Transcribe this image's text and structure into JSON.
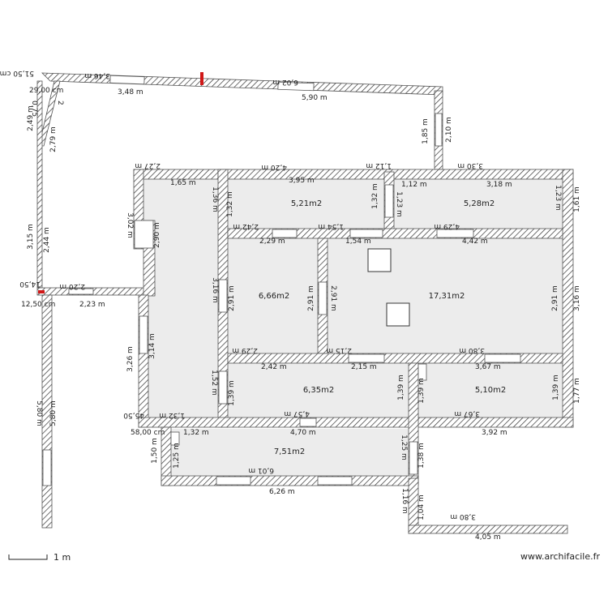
{
  "plan": {
    "rooms": [
      {
        "area": "5,21m2"
      },
      {
        "area": "5,28m2"
      },
      {
        "area": "6,66m2"
      },
      {
        "area": "17,31m2"
      },
      {
        "area": "6,35m2"
      },
      {
        "area": "5,10m2"
      },
      {
        "area": "7,51m2"
      }
    ],
    "dimensions": [
      "51,50 cm",
      "3,46 m",
      "3,48 m",
      "6,02 m",
      "5,90 m",
      "29,00 cm",
      "0,75",
      "2",
      "2,49 m",
      "2,79 m",
      "1,85 m",
      "2,10 m",
      "2,27 m",
      "1,65 m",
      "4,20 m",
      "3,95 m",
      "1,12 m",
      "1,12 m",
      "3,30 m",
      "3,18 m",
      "1,36 m",
      "1,32 m",
      "1,32 m",
      "1,23 m",
      "1,23 m",
      "1,61 m",
      "3,02 m",
      "2,90 m",
      "3,15 m",
      "2,44 m",
      "2,42 m",
      "1,54 m",
      "4,29 m",
      "2,29 m",
      "1,54 m",
      "4,42 m",
      "14,50",
      "2,20 m",
      "12,50 cm",
      "2,23 m",
      "3,16 m",
      "2,91 m",
      "2,91 m",
      "2,91 m",
      "2,91 m",
      "3,16 m",
      "2,29 m",
      "2,15 m",
      "3,80 m",
      "2,42 m",
      "2,15 m",
      "3,67 m",
      "3,26 m",
      "3,14 m",
      "1,52 m",
      "1,39 m",
      "1,39 m",
      "1,39 m",
      "1,39 m",
      "1,77 m",
      "5,80 m",
      "5,80 m",
      "1,32 m",
      "45,50",
      "4,57 m",
      "3,67 m",
      "58,00 cm",
      "1,32 m",
      "4,70 m",
      "3,92 m",
      "1,50 m",
      "1,25 m",
      "1,25 m",
      "1,38 m",
      "6,01 m",
      "6,26 m",
      "1,16 m",
      "1,04 m",
      "3,80 m",
      "4,05 m"
    ],
    "scale_label": "1 m",
    "watermark": "www.archifacile.fr"
  }
}
